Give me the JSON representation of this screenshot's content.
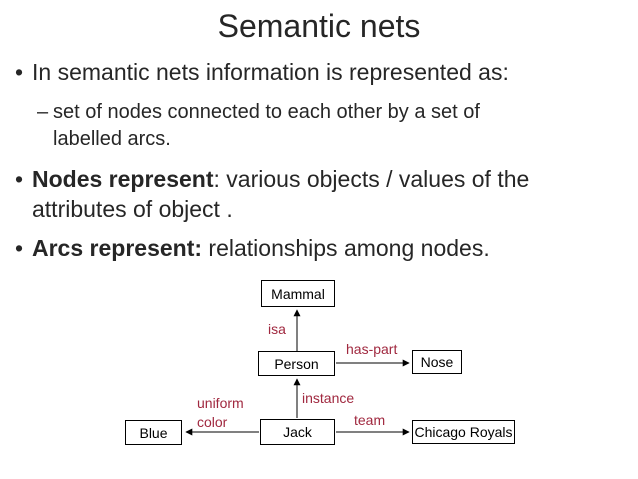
{
  "slide": {
    "title": "Semantic nets",
    "bullet_glyph": "•",
    "sub_bullet_glyph": "–",
    "bullets": {
      "b1": "In semantic nets information is represented as:",
      "b1_sub": "set of nodes connected to each other by a set of labelled arcs.",
      "b2_bold": "Nodes represent",
      "b2_rest": ": various objects / values of the attributes of object .",
      "b3_bold": "Arcs represent:",
      "b3_rest": " relationships among nodes."
    }
  },
  "colors": {
    "background": "#ffffff",
    "text": "#262626",
    "line": "#000000",
    "edge_label": "#a0283f"
  },
  "diagram": {
    "nodes": {
      "mammal": {
        "label": "Mammal"
      },
      "person": {
        "label": "Person"
      },
      "nose": {
        "label": "Nose"
      },
      "blue": {
        "label": "Blue"
      },
      "jack": {
        "label": "Jack"
      },
      "chicago_royals": {
        "label": "Chicago Royals"
      }
    },
    "edges": {
      "isa": {
        "label": "isa",
        "from": "Person",
        "to": "Mammal"
      },
      "has_part": {
        "label": "has-part",
        "from": "Person",
        "to": "Nose"
      },
      "instance": {
        "label": "instance",
        "from": "Jack",
        "to": "Person"
      },
      "uniform_color": {
        "line1": "uniform",
        "line2": "color",
        "from": "Jack",
        "to": "Blue"
      },
      "team": {
        "label": "team",
        "from": "Jack",
        "to": "Chicago Royals"
      }
    }
  }
}
